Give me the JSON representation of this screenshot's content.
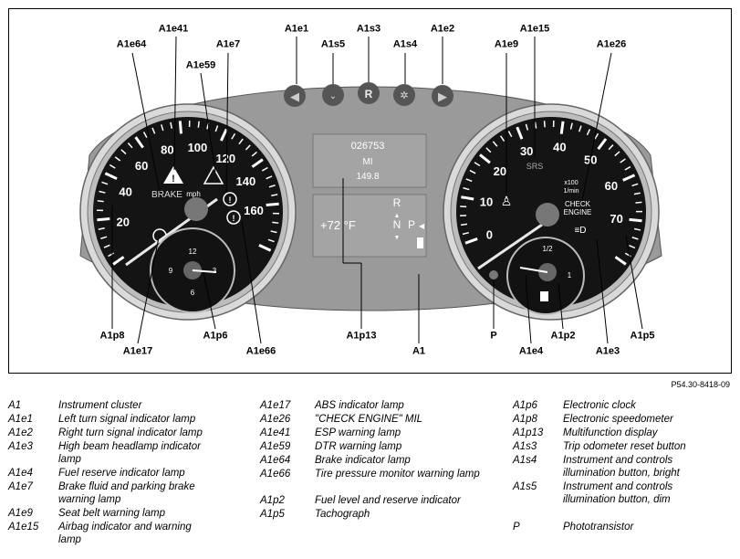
{
  "callouts": {
    "A1e41": "A1e41",
    "A1e7": "A1e7",
    "A1e64": "A1e64",
    "A1e59": "A1e59",
    "A1e1": "A1e1",
    "A1s3": "A1s3",
    "A1e2": "A1e2",
    "A1s5": "A1s5",
    "A1s4": "A1s4",
    "A1e15": "A1e15",
    "A1e9": "A1e9",
    "A1e26": "A1e26",
    "A1p8": "A1p8",
    "A1e17": "A1e17",
    "A1p6": "A1p6",
    "A1e66": "A1e66",
    "A1p13": "A1p13",
    "A1": "A1",
    "P": "P",
    "A1e4": "A1e4",
    "A1p2": "A1p2",
    "A1e3": "A1e3",
    "A1p5": "A1p5"
  },
  "speedometer": {
    "unit": "mph",
    "brake_label": "BRAKE",
    "scale": [
      {
        "label": "20",
        "value": 20
      },
      {
        "label": "40",
        "value": 40
      },
      {
        "label": "60",
        "value": 60
      },
      {
        "label": "80",
        "value": 80
      },
      {
        "label": "100",
        "value": 100
      },
      {
        "label": "120",
        "value": 120
      },
      {
        "label": "140",
        "value": 140
      },
      {
        "label": "160",
        "value": 160
      }
    ]
  },
  "tachometer": {
    "unit_line1": "x100",
    "unit_line2": "1/min",
    "srs_label": "SRS",
    "check_engine_line1": "CHECK",
    "check_engine_line2": "ENGINE",
    "scale": [
      {
        "label": "0",
        "value": 0
      },
      {
        "label": "10",
        "value": 10
      },
      {
        "label": "20",
        "value": 20
      },
      {
        "label": "30",
        "value": 30
      },
      {
        "label": "40",
        "value": 40
      },
      {
        "label": "50",
        "value": 50
      },
      {
        "label": "60",
        "value": 60
      },
      {
        "label": "70",
        "value": 70
      }
    ]
  },
  "clock_numerals": [
    "12",
    "3",
    "6",
    "9"
  ],
  "fuel_gauge": {
    "half": "1/2",
    "full": "1"
  },
  "display_top": {
    "odometer": "026753",
    "unit": "MI",
    "trip": "149.8"
  },
  "display_bottom": {
    "temperature": "+72 °F",
    "gear_r": "R",
    "gear_n": "N",
    "gear_p": "P"
  },
  "buttons": {
    "trip_reset": "R"
  },
  "figure_ref": "P54.30-8418-09",
  "legend": {
    "col1": [
      {
        "code": "A1",
        "desc": "Instrument cluster"
      },
      {
        "code": "A1e1",
        "desc": "Left turn signal indicator lamp"
      },
      {
        "code": "A1e2",
        "desc": "Right turn signal indicator lamp"
      },
      {
        "code": "A1e3",
        "desc": "High beam headlamp indicator lamp"
      },
      {
        "code": "A1e4",
        "desc": "Fuel reserve indicator lamp"
      },
      {
        "code": "A1e7",
        "desc": "Brake fluid and parking brake warning lamp"
      },
      {
        "code": "A1e9",
        "desc": "Seat belt warning lamp"
      },
      {
        "code": "A1e15",
        "desc": "Airbag indicator and warning lamp"
      }
    ],
    "col2": [
      {
        "code": "A1e17",
        "desc": "ABS indicator lamp"
      },
      {
        "code": "A1e26",
        "desc": "\"CHECK ENGINE\" MIL"
      },
      {
        "code": "A1e41",
        "desc": "ESP warning lamp"
      },
      {
        "code": "A1e59",
        "desc": "DTR warning lamp"
      },
      {
        "code": "A1e64",
        "desc": "Brake indicator lamp"
      },
      {
        "code": "A1e66",
        "desc": "Tire pressure monitor warning lamp"
      },
      {
        "code": "A1p2",
        "desc": "Fuel level and reserve indicator"
      },
      {
        "code": "A1p5",
        "desc": "Tachograph"
      }
    ],
    "col3": [
      {
        "code": "A1p6",
        "desc": "Electronic clock"
      },
      {
        "code": "A1p8",
        "desc": "Electronic speedometer"
      },
      {
        "code": "A1p13",
        "desc": "Multifunction display"
      },
      {
        "code": "A1s3",
        "desc": "Trip odometer reset button"
      },
      {
        "code": "A1s4",
        "desc": "Instrument and controls illumination button, bright"
      },
      {
        "code": "A1s5",
        "desc": "Instrument and controls illumination button, dim"
      },
      {
        "code": "P",
        "desc": "Phototransistor"
      }
    ]
  }
}
